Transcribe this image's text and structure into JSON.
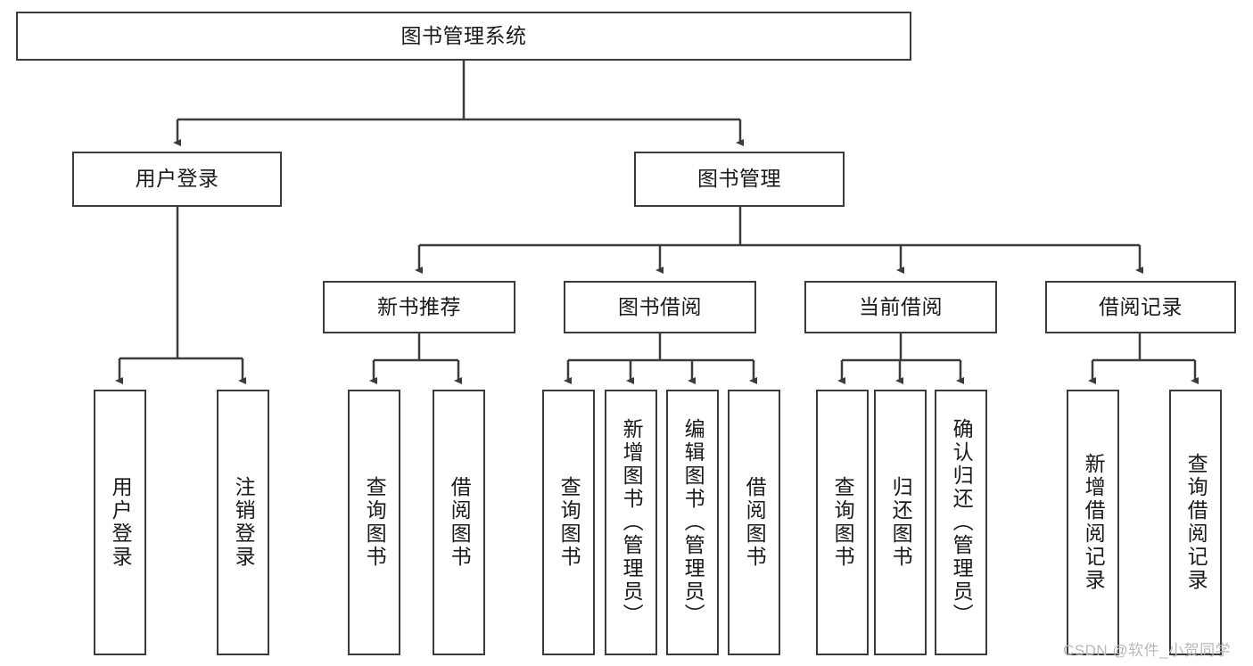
{
  "diagram": {
    "type": "tree",
    "title": "图书管理系统",
    "orientation": "top-down",
    "colors": {
      "box_border": "#3b3b3b",
      "box_fill": "#ffffff",
      "connector": "#3b3b3b",
      "text": "#1a1a1a",
      "watermark": "#b9b9b9"
    },
    "nodes": {
      "root": {
        "id": "root",
        "label": "图书管理系统",
        "level": 1,
        "orientation": "horizontal"
      },
      "level2": [
        {
          "id": "user-login",
          "label": "用户登录",
          "level": 2,
          "orientation": "horizontal"
        },
        {
          "id": "book-management",
          "label": "图书管理",
          "level": 2,
          "orientation": "horizontal"
        }
      ],
      "level3": [
        {
          "id": "new-book-recommend",
          "label": "新书推荐",
          "level": 3,
          "orientation": "horizontal",
          "parent": "book-management"
        },
        {
          "id": "book-borrow",
          "label": "图书借阅",
          "level": 3,
          "orientation": "horizontal",
          "parent": "book-management"
        },
        {
          "id": "current-borrow",
          "label": "当前借阅",
          "level": 3,
          "orientation": "horizontal",
          "parent": "book-management"
        },
        {
          "id": "borrow-record",
          "label": "借阅记录",
          "level": 3,
          "orientation": "horizontal",
          "parent": "book-management"
        }
      ],
      "leaves": [
        {
          "id": "leaf-user-login",
          "label": "用户登录",
          "parent": "user-login",
          "orientation": "vertical"
        },
        {
          "id": "leaf-user-logout",
          "label": "注销登录",
          "parent": "user-login",
          "orientation": "vertical"
        },
        {
          "id": "leaf-query-book-1",
          "label": "查询图书",
          "parent": "new-book-recommend",
          "orientation": "vertical"
        },
        {
          "id": "leaf-borrow-book-1",
          "label": "借阅图书",
          "parent": "new-book-recommend",
          "orientation": "vertical"
        },
        {
          "id": "leaf-query-book-2",
          "label": "查询图书",
          "parent": "book-borrow",
          "orientation": "vertical"
        },
        {
          "id": "leaf-add-book",
          "label": "新增图书（管理员）",
          "parent": "book-borrow",
          "orientation": "vertical"
        },
        {
          "id": "leaf-edit-book",
          "label": "编辑图书（管理员）",
          "parent": "book-borrow",
          "orientation": "vertical"
        },
        {
          "id": "leaf-borrow-book-2",
          "label": "借阅图书",
          "parent": "book-borrow",
          "orientation": "vertical"
        },
        {
          "id": "leaf-query-book-3",
          "label": "查询图书",
          "parent": "current-borrow",
          "orientation": "vertical"
        },
        {
          "id": "leaf-return-book",
          "label": "归还图书",
          "parent": "current-borrow",
          "orientation": "vertical"
        },
        {
          "id": "leaf-confirm-return",
          "label": "确认归还（管理员）",
          "parent": "current-borrow",
          "orientation": "vertical"
        },
        {
          "id": "leaf-add-record",
          "label": "新增借阅记录",
          "parent": "borrow-record",
          "orientation": "vertical"
        },
        {
          "id": "leaf-query-record",
          "label": "查询借阅记录",
          "parent": "borrow-record",
          "orientation": "vertical"
        }
      ]
    }
  },
  "watermark": {
    "text": "CSDN @软件_小贺同学"
  }
}
